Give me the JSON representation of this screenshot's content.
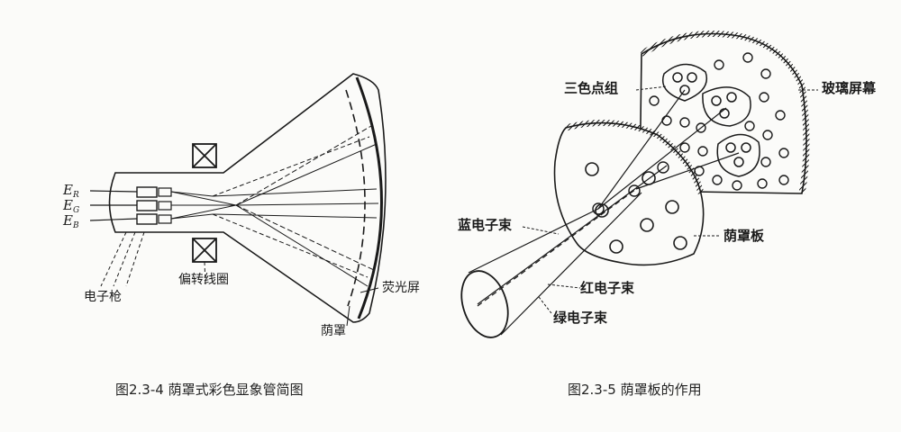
{
  "left_figure": {
    "caption": "图2.3-4   荫罩式彩色显象管简图",
    "labels": {
      "e_r": "E",
      "e_r_sub": "R",
      "e_g": "E",
      "e_g_sub": "G",
      "e_b": "E",
      "e_b_sub": "B",
      "electron_gun": "电子枪",
      "deflection_coil": "偏转线圈",
      "phosphor_screen": "荧光屏",
      "shadow_mask": "荫罩"
    }
  },
  "right_figure": {
    "caption": "图2.3-5  荫罩板的作用",
    "labels": {
      "triad": "三色点组",
      "glass_screen": "玻璃屏幕",
      "blue_beam": "蓝电子束",
      "mask_plate": "荫罩板",
      "red_beam": "红电子束",
      "green_beam": "绿电子束"
    }
  }
}
